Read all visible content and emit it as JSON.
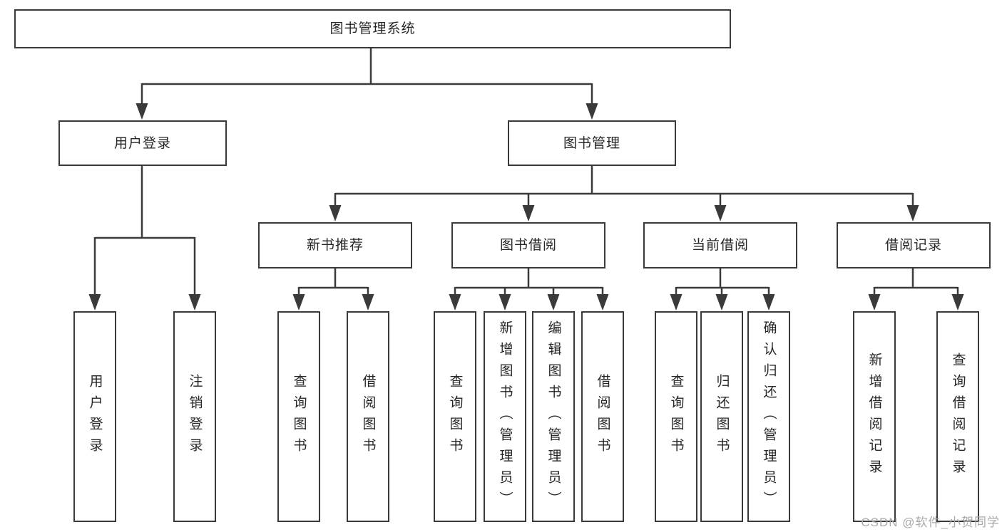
{
  "tree": {
    "label": "图书管理系统",
    "children": [
      {
        "label": "用户登录",
        "children": [
          {
            "label": "用户登录"
          },
          {
            "label": "注销登录"
          }
        ]
      },
      {
        "label": "图书管理",
        "children": [
          {
            "label": "新书推荐",
            "children": [
              {
                "label": "查询图书"
              },
              {
                "label": "借阅图书"
              }
            ]
          },
          {
            "label": "图书借阅",
            "children": [
              {
                "label": "查询图书"
              },
              {
                "label": "新增图书（管理员）"
              },
              {
                "label": "编辑图书（管理员）"
              },
              {
                "label": "借阅图书"
              }
            ]
          },
          {
            "label": "当前借阅",
            "children": [
              {
                "label": "查询图书"
              },
              {
                "label": "归还图书"
              },
              {
                "label": "确认归还（管理员）"
              }
            ]
          },
          {
            "label": "借阅记录",
            "children": [
              {
                "label": "新增借阅记录"
              },
              {
                "label": "查询借阅记录"
              }
            ]
          }
        ]
      }
    ]
  },
  "watermark": "CSDN @软件_小贺同学",
  "colors": {
    "line": "#3a3a3a",
    "text": "#262626",
    "watermark": "#a9a9a9",
    "background": "#ffffff"
  }
}
